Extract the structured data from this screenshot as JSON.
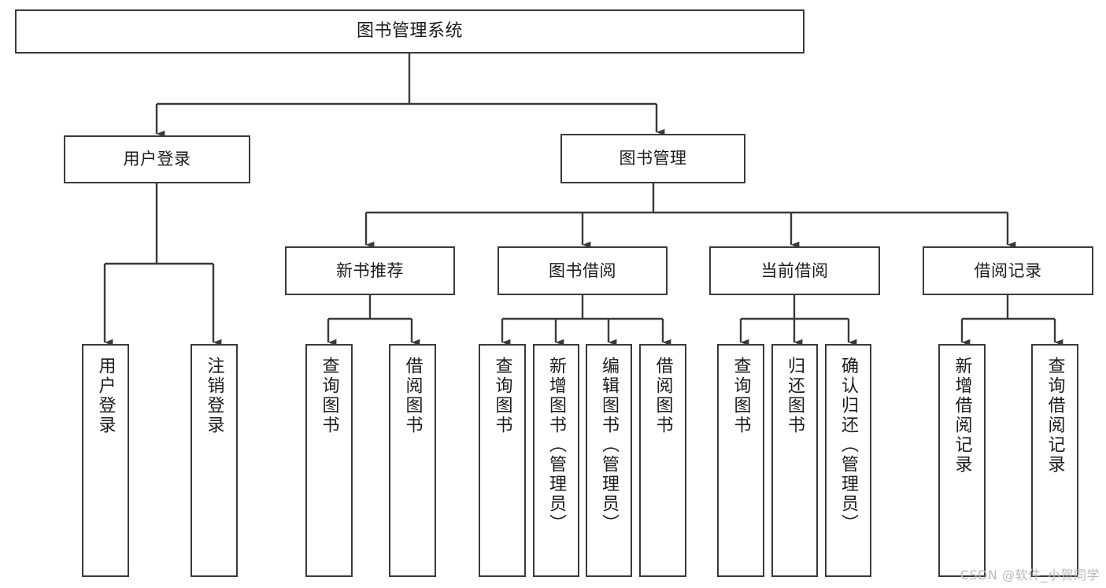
{
  "diagram": {
    "title": "图书管理系统",
    "type": "tree-hierarchy",
    "watermark": "CSDN @软件_小贺同学",
    "colors": {
      "background": "#ffffff",
      "box_border": "#3a3a3a",
      "box_fill": "#ffffff",
      "text": "#1b1b1b",
      "edge": "#3a3a3a",
      "watermark": "#b9b9b9"
    },
    "root": {
      "label": "图书管理系统"
    },
    "level2": [
      {
        "label": "用户登录"
      },
      {
        "label": "图书管理"
      }
    ],
    "level3": [
      {
        "label": "新书推荐"
      },
      {
        "label": "图书借阅"
      },
      {
        "label": "当前借阅"
      },
      {
        "label": "借阅记录"
      }
    ],
    "leaves": {
      "user_login": [
        {
          "label": "用户登录"
        },
        {
          "label": "注销登录"
        }
      ],
      "new_book_recommend": [
        {
          "label": "查询图书"
        },
        {
          "label": "借阅图书"
        }
      ],
      "book_borrow": [
        {
          "label": "查询图书"
        },
        {
          "label": "新增图书（管理员）"
        },
        {
          "label": "编辑图书（管理员）"
        },
        {
          "label": "借阅图书"
        }
      ],
      "current_borrow": [
        {
          "label": "查询图书"
        },
        {
          "label": "归还图书"
        },
        {
          "label": "确认归还（管理员）"
        }
      ],
      "borrow_record": [
        {
          "label": "新增借阅记录"
        },
        {
          "label": "查询借阅记录"
        }
      ]
    }
  }
}
